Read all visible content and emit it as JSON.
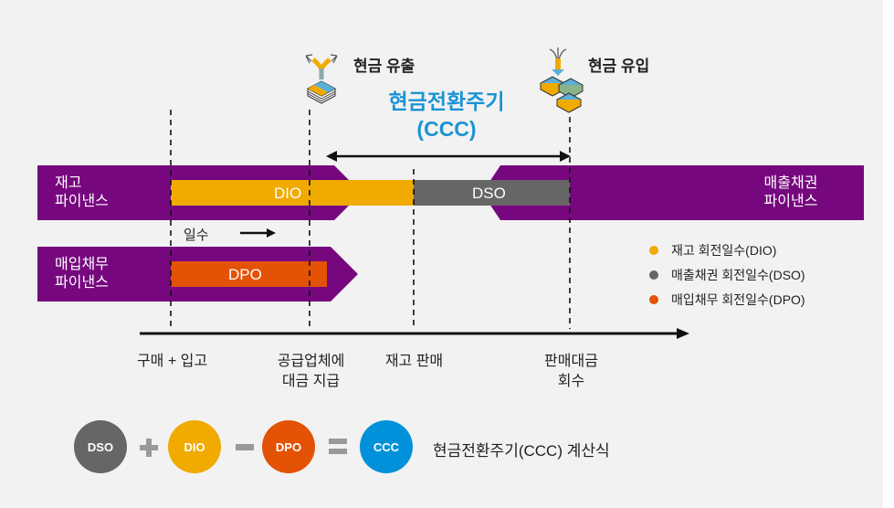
{
  "colors": {
    "background": "#f2f2f2",
    "band": "#76077e",
    "dio": "#f0aa00",
    "dso": "#666666",
    "dpo": "#e35205",
    "ccc": "#0091da",
    "title": "#1a93d3",
    "op": "#999999"
  },
  "events": {
    "cash_outflow": {
      "icon": "cash-outflow-icon",
      "label": "현금 유출"
    },
    "cash_inflow": {
      "icon": "cash-inflow-icon",
      "label": "현금 유입"
    }
  },
  "ccc_title": {
    "line1": "현금전환주기",
    "line2": "(CCC)"
  },
  "bands": {
    "inventory": {
      "line1": "재고",
      "line2": "파이낸스"
    },
    "receivables": {
      "line1": "매출채권",
      "line2": "파이낸스"
    },
    "payables": {
      "line1": "매입채무",
      "line2": "파이낸스"
    }
  },
  "bars": {
    "dio": "DIO",
    "dso": "DSO",
    "dpo": "DPO"
  },
  "days_label": "일수",
  "legend": [
    {
      "label": "재고 회전일수(DIO)",
      "color": "#f0aa00"
    },
    {
      "label": "매출채권 회전일수(DSO)",
      "color": "#666666"
    },
    {
      "label": "매입채무 회전일수(DPO)",
      "color": "#e35205"
    }
  ],
  "timeline": [
    {
      "line1": "구매 + 입고",
      "line2": ""
    },
    {
      "line1": "공급업체에",
      "line2": "대금 지급"
    },
    {
      "line1": "재고 판매",
      "line2": ""
    },
    {
      "line1": "판매대금",
      "line2": "회수"
    }
  ],
  "formula": {
    "terms": [
      "DSO",
      "DIO",
      "DPO",
      "CCC"
    ],
    "operators": [
      "+",
      "−",
      "="
    ],
    "caption": "현금전환주기(CCC) 계산식"
  }
}
